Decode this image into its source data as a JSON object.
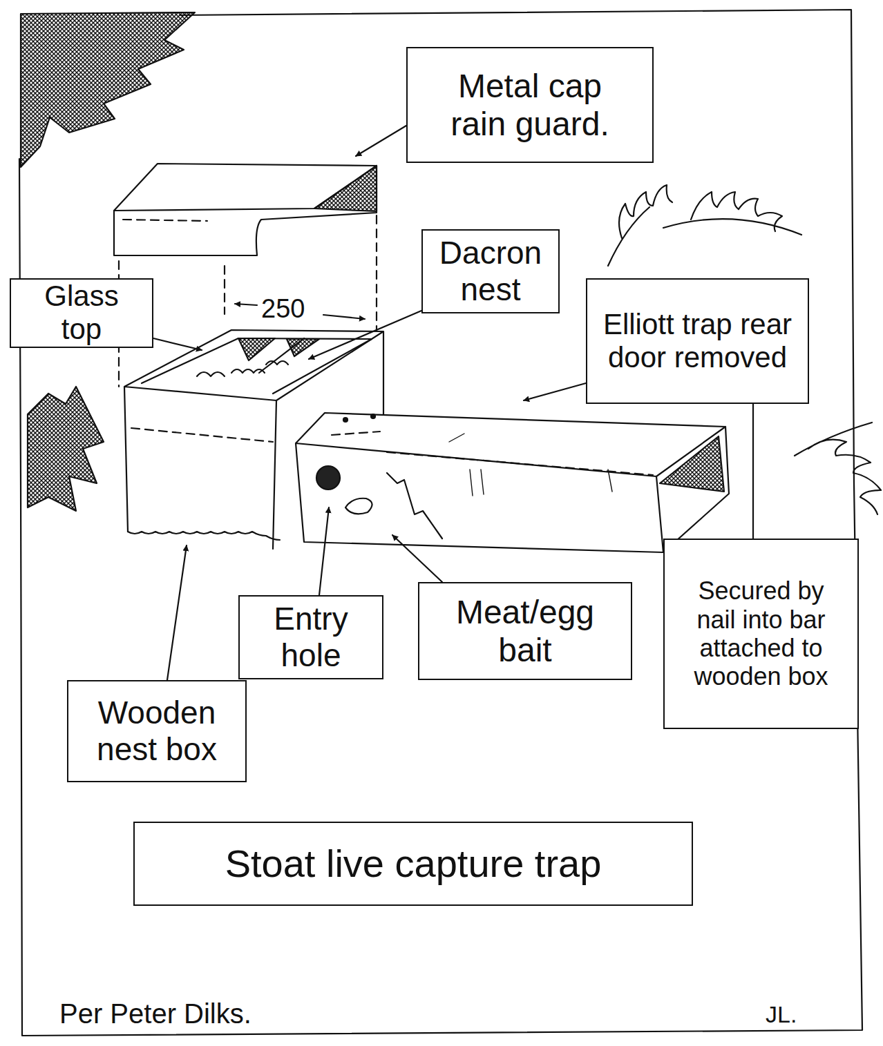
{
  "diagram": {
    "title": "Stoat live capture trap",
    "nodes": [
      {
        "text": [
          "Metal cap rain guard."
        ]
      },
      {
        "text": [
          "Dacron nest"
        ]
      },
      {
        "text": [
          "Glass top"
        ]
      },
      {
        "text": [
          "Elliott trap rear door removed"
        ]
      },
      {
        "text": [
          "Secured by nail into bar attached to wooden box"
        ]
      },
      {
        "text": [
          "Meat/egg bait"
        ]
      },
      {
        "text": [
          "Entry hole"
        ]
      },
      {
        "text": [
          "Wooden nest box"
        ]
      }
    ],
    "edges": [
      {
        "from": 3,
        "to": 4,
        "arrow": "none"
      }
    ],
    "labels": [
      "250",
      "Per Peter Dilks.",
      "JL."
    ]
  }
}
